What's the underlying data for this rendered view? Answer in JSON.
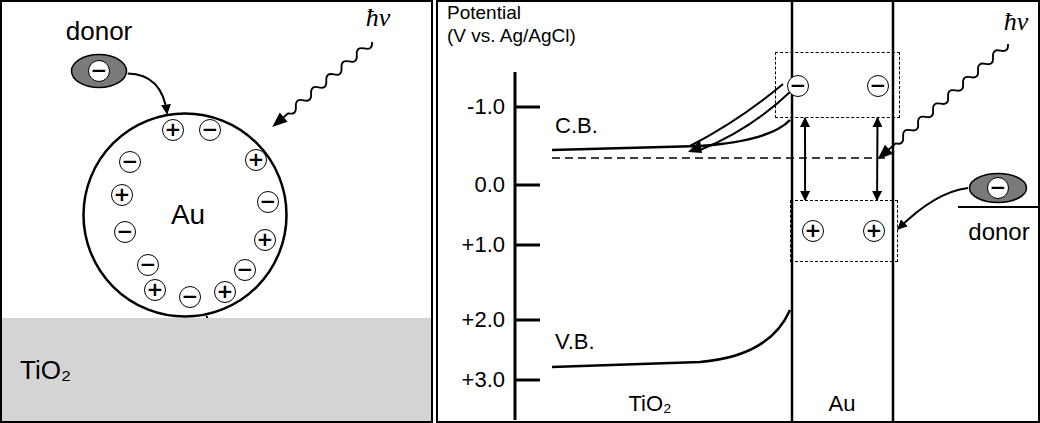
{
  "diagram": {
    "nodes": [
      {
        "text": [
          "donor",
          "−"
        ]
      },
      {
        "text": [
          "Au",
          "+",
          "−",
          "−",
          "+",
          "+",
          "−",
          "−",
          "+",
          "−",
          "−",
          "+",
          "−",
          "+"
        ]
      },
      {
        "text": [
          "TiO₂"
        ]
      },
      {
        "text": [
          "−",
          "−"
        ]
      },
      {
        "text": [
          "+",
          "+"
        ]
      },
      {
        "text": [
          "−",
          "donor"
        ]
      }
    ],
    "edges": [
      {
        "from": 0,
        "to": 1,
        "arrow": "to"
      },
      {
        "from": 1,
        "to": 2,
        "arrow": "to"
      },
      {
        "from": 3,
        "to": 4,
        "arrow": "both"
      },
      {
        "from": 3,
        "to": 4,
        "arrow": "both"
      },
      {
        "from": 5,
        "to": 4,
        "arrow": "to"
      }
    ],
    "labels": [
      "ħν",
      "Potential",
      "(V vs. Ag/AgCl)",
      "-1.0",
      "0.0",
      "+1.0",
      "+2.0",
      "+3.0",
      "C.B.",
      "V.B.",
      "TiO₂",
      "Au",
      "ħν"
    ]
  }
}
